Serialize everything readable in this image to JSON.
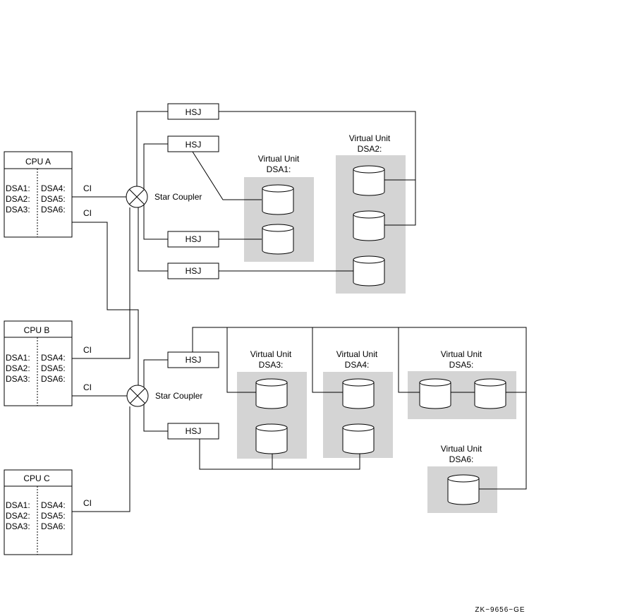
{
  "cpus": [
    {
      "title": "CPU A",
      "left_units": [
        "DSA1:",
        "DSA2:",
        "DSA3:"
      ],
      "right_units": [
        "DSA4:",
        "DSA5:",
        "DSA6:"
      ]
    },
    {
      "title": "CPU B",
      "left_units": [
        "DSA1:",
        "DSA2:",
        "DSA3:"
      ],
      "right_units": [
        "DSA4:",
        "DSA5:",
        "DSA6:"
      ]
    },
    {
      "title": "CPU C",
      "left_units": [
        "DSA1:",
        "DSA2:",
        "DSA3:"
      ],
      "right_units": [
        "DSA4:",
        "DSA5:",
        "DSA6:"
      ]
    }
  ],
  "ci_label": "CI",
  "star_coupler_label": "Star Coupler",
  "hsj_label": "HSJ",
  "virtual_units": [
    {
      "line1": "Virtual Unit",
      "line2": "DSA1:"
    },
    {
      "line1": "Virtual Unit",
      "line2": "DSA2:"
    },
    {
      "line1": "Virtual Unit",
      "line2": "DSA3:"
    },
    {
      "line1": "Virtual Unit",
      "line2": "DSA4:"
    },
    {
      "line1": "Virtual Unit",
      "line2": "DSA5:"
    },
    {
      "line1": "Virtual Unit",
      "line2": "DSA6:"
    }
  ],
  "figure_id": "ZK−9656−GE"
}
